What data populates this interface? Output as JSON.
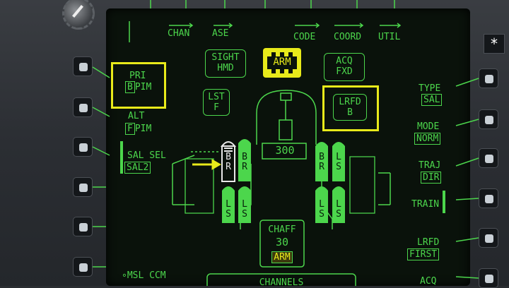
{
  "top_menu": {
    "chan": "CHAN",
    "ase": "ASE",
    "code": "CODE",
    "coord": "COORD",
    "util": "UTIL"
  },
  "left_buttons": {
    "pri_label": "PRI",
    "pri_code": "B",
    "pri_mode": "PIM",
    "alt_label": "ALT",
    "alt_code": "F",
    "alt_mode": "PIM",
    "sal_sel_label": "SAL SEL",
    "sal_sel_value": "SAL2",
    "msl_ccm": "MSL CCM"
  },
  "right_buttons": {
    "type_label": "TYPE",
    "type_value": "SAL",
    "mode_label": "MODE",
    "mode_value": "NORM",
    "traj_label": "TRAJ",
    "traj_value": "DIR",
    "train_label": "TRAIN",
    "lrfd_label": "LRFD",
    "lrfd_value": "FIRST",
    "acq_label": "ACQ"
  },
  "center": {
    "sight_label": "SIGHT",
    "sight_value": "HMD",
    "arm_label": "ARM",
    "acq_label": "ACQ",
    "acq_value": "FXD",
    "lst_label": "LST",
    "lst_value": "F",
    "lrfd_label": "LRFD",
    "lrfd_value": "B",
    "rounds": "300",
    "chaff_label": "CHAFF",
    "chaff_count": "30",
    "chaff_status": "ARM",
    "channels_label": "CHANNELS"
  },
  "missiles": {
    "left_upper": [
      "B R",
      "B R"
    ],
    "left_lower": [
      "L S",
      "L S"
    ],
    "right_upper": [
      "B R",
      "L S"
    ],
    "right_lower": [
      "L S",
      "L S"
    ]
  },
  "colors": {
    "symbology": "#4cd64c",
    "highlight": "#e8ea1a",
    "selected_missile": "#e8e8e8"
  }
}
